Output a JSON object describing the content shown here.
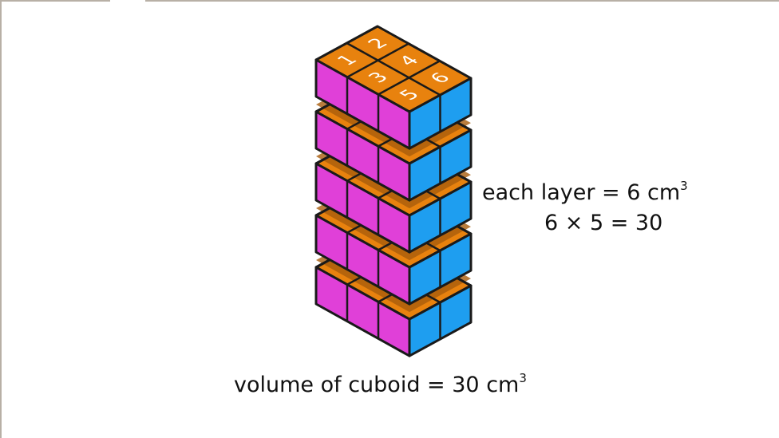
{
  "diagram": {
    "layers": 5,
    "cubes_per_layer": 6,
    "grid": {
      "rows": 2,
      "cols": 3
    },
    "top_numbers": [
      "1",
      "2",
      "3",
      "4",
      "5",
      "6"
    ],
    "colors": {
      "top": "#e8820e",
      "top_shadow": "#a85c0c",
      "left_face": "#e040d8",
      "right_face": "#1e9ef0",
      "outline": "#1a1a1a",
      "number": "#ffffff"
    }
  },
  "labels": {
    "each_layer": "each layer = 6 cm",
    "each_layer_exp": "3",
    "calculation": "6 × 5 = 30",
    "volume": "volume of cuboid = 30 cm",
    "volume_exp": "3"
  }
}
